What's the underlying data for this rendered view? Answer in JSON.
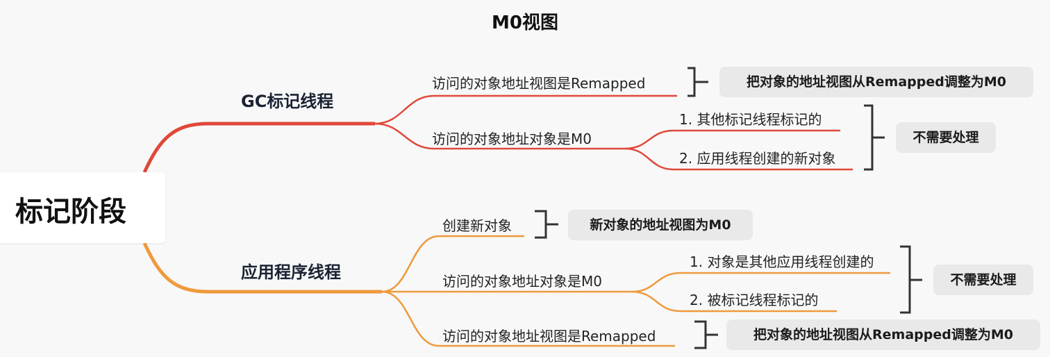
{
  "title": "M0视图",
  "root": {
    "label": "标记阶段"
  },
  "colors": {
    "gc_branch": "#e0483a",
    "app_branch": "#ee9a3c",
    "bracket": "#333333"
  },
  "gc_thread": {
    "label": "GC标记线程",
    "remapped": {
      "label": "访问的对象地址视图是Remapped",
      "result": "把对象的地址视图从Remapped调整为M0"
    },
    "is_m0": {
      "label": "访问的对象地址对象是M0",
      "cases": [
        "1.  其他标记线程标记的",
        "2. 应用线程创建的新对象"
      ],
      "result": "不需要处理"
    }
  },
  "app_thread": {
    "label": "应用程序线程",
    "create": {
      "label": "创建新对象",
      "result": "新对象的地址视图为M0"
    },
    "is_m0": {
      "label": "访问的对象地址对象是M0",
      "cases": [
        "1. 对象是其他应用线程创建的",
        "2. 被标记线程标记的"
      ],
      "result": "不需要处理"
    },
    "remapped": {
      "label": "访问的对象地址视图是Remapped",
      "result": "把对象的地址视图从Remapped调整为M0"
    }
  }
}
